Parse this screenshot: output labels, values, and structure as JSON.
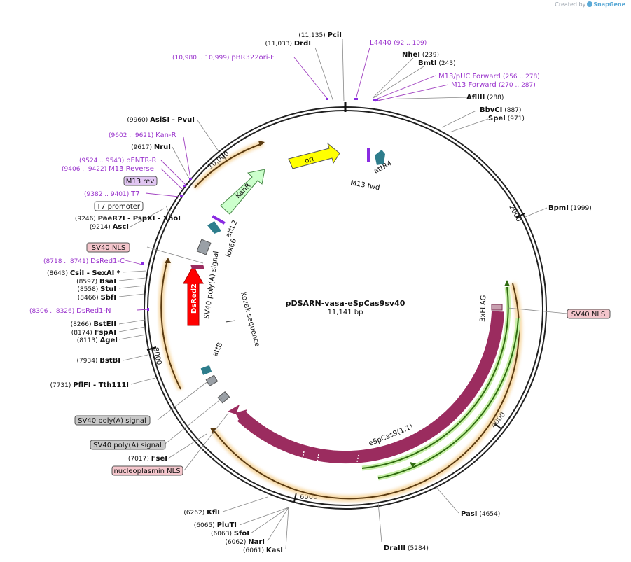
{
  "credit": {
    "prefix": "Created by",
    "brand": "SnapGene"
  },
  "plasmid": {
    "name": "pDSARN-vasa-eSpCas9sv40",
    "length": "11,141 bp"
  },
  "ruler": [
    "2000",
    "4000",
    "6000",
    "8000",
    "10,000"
  ],
  "colors": {
    "ori": "#ffff00",
    "kanr": "#ccffcc",
    "cas9": "#9b2c5f",
    "dsred": "#ff0000",
    "att": "#2e7d8c",
    "lox": "#9aa0a6",
    "primer": "#8a2be2",
    "orf_green": "#39a800",
    "orf_orange": "#f0a030",
    "nls": "#f4c6cc",
    "polyA": "#c0c0c0"
  },
  "sites": [
    {
      "pos": "(11,135)",
      "name": "PciI"
    },
    {
      "pos": "(11,033)",
      "name": "DrdI"
    },
    {
      "pos": "(239)",
      "name": "NheI"
    },
    {
      "pos": "(243)",
      "name": "BmtI"
    },
    {
      "pos": "(288)",
      "name": "AflIII"
    },
    {
      "pos": "(887)",
      "name": "BbvCI"
    },
    {
      "pos": "(971)",
      "name": "SpeI"
    },
    {
      "pos": "(1999)",
      "name": "BpmI"
    },
    {
      "pos": "(4654)",
      "name": "PasI"
    },
    {
      "pos": "(5284)",
      "name": "DraIII"
    },
    {
      "pos": "(6061)",
      "name": "KasI"
    },
    {
      "pos": "(6062)",
      "name": "NarI"
    },
    {
      "pos": "(6063)",
      "name": "SfoI"
    },
    {
      "pos": "(6065)",
      "name": "PluTI"
    },
    {
      "pos": "(6262)",
      "name": "KflI"
    },
    {
      "pos": "(7017)",
      "name": "FseI"
    },
    {
      "pos": "(7731)",
      "name": "PflFI",
      "extra": "- Tth111I"
    },
    {
      "pos": "(7934)",
      "name": "BstBI"
    },
    {
      "pos": "(8113)",
      "name": "AgeI"
    },
    {
      "pos": "(8174)",
      "name": "FspAI"
    },
    {
      "pos": "(8266)",
      "name": "BstEII"
    },
    {
      "pos": "(8466)",
      "name": "SbfI"
    },
    {
      "pos": "(8558)",
      "name": "StuI"
    },
    {
      "pos": "(8597)",
      "name": "BsaI"
    },
    {
      "pos": "(8643)",
      "name": "CsiI",
      "extra": "- SexAI *"
    },
    {
      "pos": "(9214)",
      "name": "AscI"
    },
    {
      "pos": "(9246)",
      "name": "PaeR7I",
      "extra": "- PspXI - XhoI"
    },
    {
      "pos": "(9617)",
      "name": "NruI"
    },
    {
      "pos": "(9960)",
      "name": "AsiSI",
      "extra": "- PvuI"
    }
  ],
  "primers": [
    {
      "label": "L4440",
      "range": "(92 .. 109)"
    },
    {
      "label": "M13/pUC Forward",
      "range": "(256 .. 278)"
    },
    {
      "label": "M13 Forward",
      "range": "(270 .. 287)"
    },
    {
      "label": "pBR322ori-F",
      "range": "(10,980 .. 10,999)"
    },
    {
      "label": "Kan-R",
      "range": "(9602 .. 9621)"
    },
    {
      "label": "pENTR-R",
      "range": "(9524 .. 9543)"
    },
    {
      "label": "M13 Reverse",
      "range": "(9406 .. 9422)"
    },
    {
      "label": "T7",
      "range": "(9382 .. 9401)"
    },
    {
      "label": "DsRed1-C",
      "range": "(8718 .. 8741)"
    },
    {
      "label": "DsRed1-N",
      "range": "(8306 .. 8326)"
    }
  ],
  "boxes": {
    "m13rev": "M13 rev",
    "t7promoter": "T7 promoter",
    "sv40nls_left": "SV40 NLS",
    "sv40nls_right": "SV40 NLS",
    "polyA1": "SV40 poly(A) signal",
    "polyA2": "SV40 poly(A) signal",
    "nucleoplasmin": "nucleoplasmin NLS"
  },
  "features": {
    "ori": "ori",
    "kanr": "KanR",
    "dsred2": "DsRed2",
    "cas9": "eSpCas9(1.1)",
    "flag": "3xFLAG",
    "attr4": "attR4",
    "m13fwd": "M13 fwd",
    "attl2": "attL2",
    "lox66": "lox66",
    "attb": "attB",
    "sv40polyA_inner": "SV40 poly(A) signal",
    "kozak": "Kozak sequence"
  }
}
